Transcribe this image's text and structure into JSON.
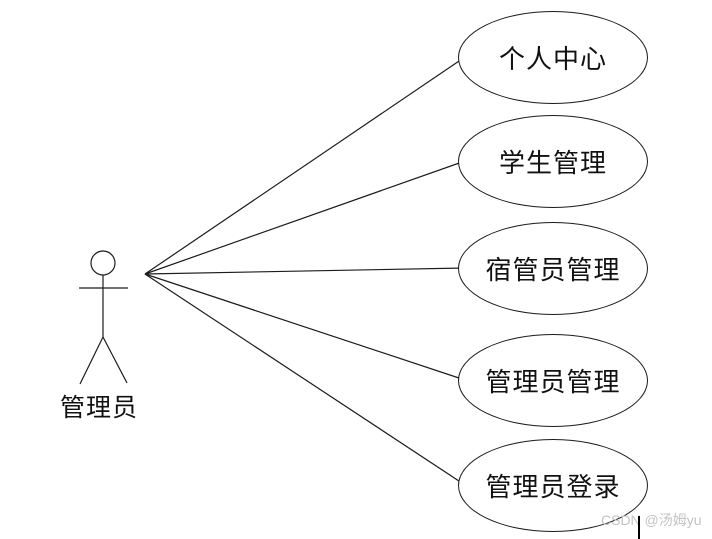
{
  "diagram": {
    "type": "uml-use-case",
    "actor": {
      "label": "管理员"
    },
    "use_cases": [
      {
        "label": "个人中心"
      },
      {
        "label": "学生管理"
      },
      {
        "label": "宿管员管理"
      },
      {
        "label": "管理员管理"
      },
      {
        "label": "管理员登录"
      }
    ],
    "associations": [
      {
        "from": "管理员",
        "to": "个人中心"
      },
      {
        "from": "管理员",
        "to": "学生管理"
      },
      {
        "from": "管理员",
        "to": "宿管员管理"
      },
      {
        "from": "管理员",
        "to": "管理员管理"
      },
      {
        "from": "管理员",
        "to": "管理员登录"
      }
    ],
    "watermark": {
      "text": "CSDN @汤姆yu"
    },
    "colors": {
      "stroke": "#1c1c1c",
      "text": "#111111",
      "watermark": "#c3c3c3",
      "background": "#ffffff"
    }
  }
}
